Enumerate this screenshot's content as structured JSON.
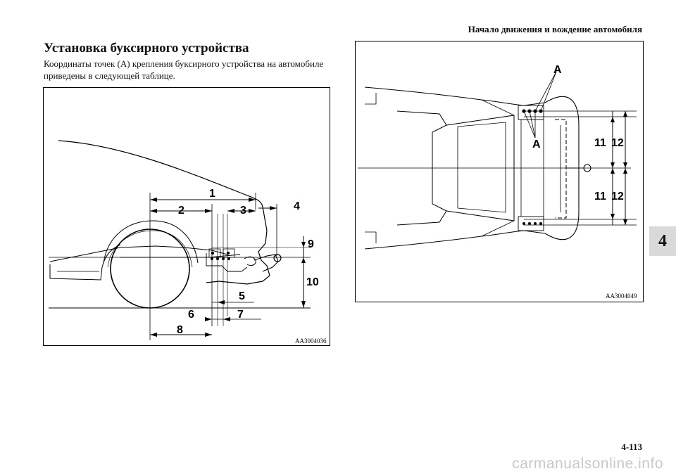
{
  "header": {
    "section_title": "Начало движения и вождение автомобиля"
  },
  "content": {
    "title": "Установка буксирного устройства",
    "intro": "Координаты точек (A) крепления буксирного устройства на автомобиле приведены в следующей таблице."
  },
  "figure_side": {
    "code": "AA3004036",
    "labels": [
      "1",
      "2",
      "3",
      "4",
      "5",
      "6",
      "7",
      "8",
      "9",
      "10"
    ]
  },
  "figure_top": {
    "code": "AA3004049",
    "point_label": "A",
    "labels": [
      "11",
      "12"
    ]
  },
  "chapter_tab": "4",
  "page_number": "4-113",
  "watermark": "carmanualsonline.info"
}
